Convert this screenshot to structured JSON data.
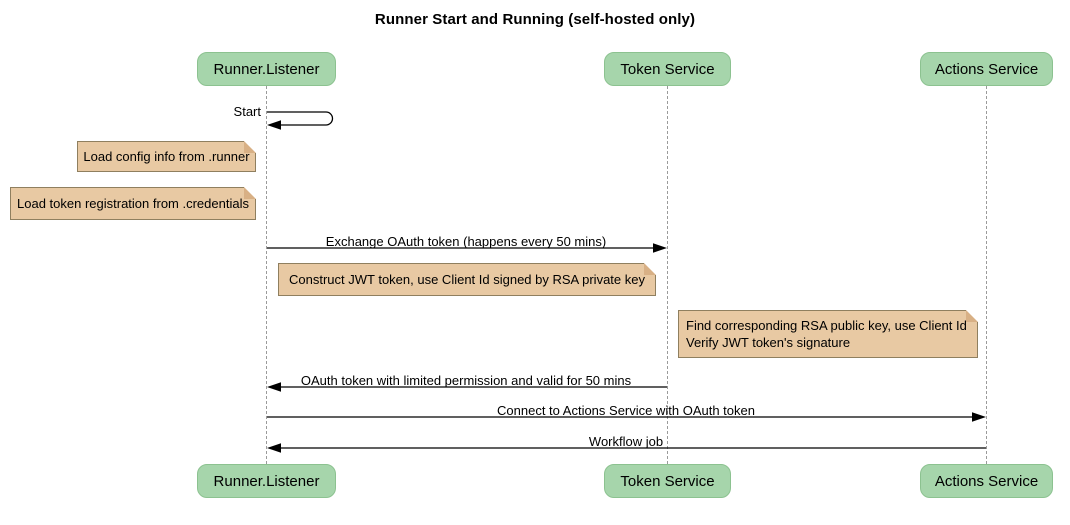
{
  "title": "Runner Start and Running (self-hosted only)",
  "participants": [
    {
      "name": "Runner.Listener"
    },
    {
      "name": "Token Service"
    },
    {
      "name": "Actions Service"
    }
  ],
  "messages": [
    {
      "label": "Start",
      "from": "Runner.Listener",
      "to": "Runner.Listener",
      "kind": "self"
    },
    {
      "label": "Exchange OAuth token (happens every 50 mins)",
      "from": "Runner.Listener",
      "to": "Token Service",
      "kind": "solid"
    },
    {
      "label": "OAuth token with limited permission and valid for 50 mins",
      "from": "Token Service",
      "to": "Runner.Listener",
      "kind": "solid"
    },
    {
      "label": "Connect to Actions Service with OAuth token",
      "from": "Runner.Listener",
      "to": "Actions Service",
      "kind": "solid"
    },
    {
      "label": "Workflow job",
      "from": "Actions Service",
      "to": "Runner.Listener",
      "kind": "solid"
    }
  ],
  "notes": [
    {
      "text": "Load config info from .runner",
      "position": "left of Runner.Listener"
    },
    {
      "text": "Load token registration from .credentials",
      "position": "left of Runner.Listener"
    },
    {
      "text": "Construct JWT token, use Client Id signed by RSA private key",
      "position": "right of Runner.Listener"
    },
    {
      "lines": [
        "Find corresponding RSA public key, use Client Id",
        "Verify JWT token's signature"
      ],
      "position": "left of Actions Service"
    }
  ],
  "colors": {
    "background": "#ffffff",
    "actor_fill": "#a6d5ab",
    "actor_border": "#8cc290",
    "note_fill": "#e8c9a3",
    "note_border": "#8f7f5f",
    "note_fold": "#d8b085",
    "lifeline": "#9a9a9a",
    "line": "#000000",
    "text": "#000000"
  }
}
